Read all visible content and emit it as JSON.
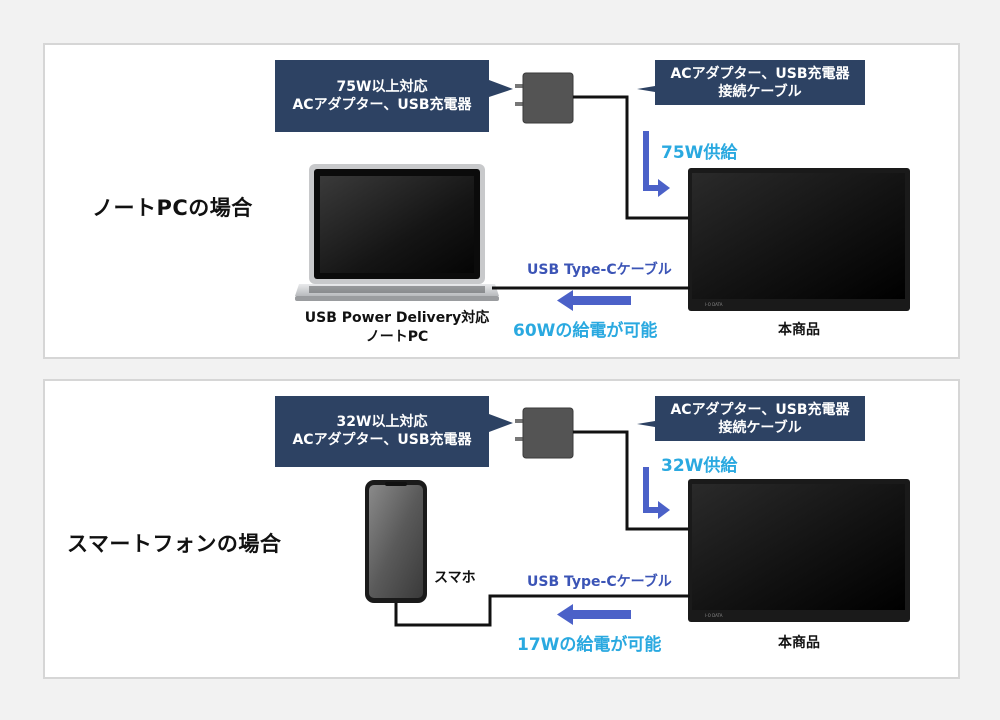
{
  "colors": {
    "background": "#f2f2f2",
    "panel": "#ffffff",
    "panel_border": "#d6d6d6",
    "bubble": "#2d4263",
    "supply_text": "#2aa9e0",
    "cable_text": "#3b54b6",
    "arrow": "#4b61c8",
    "line": "#111111"
  },
  "laptop_section": {
    "heading": "ノートPCの場合",
    "adapter_bubble": [
      "75W以上対応",
      "ACアダプター、USB充電器"
    ],
    "charger_cable_bubble": [
      "ACアダプター、USB充電器",
      "接続ケーブル"
    ],
    "supply_label": "75W供給",
    "cable_label": "USB Type-Cケーブル",
    "output_label": "60Wの給電が可能",
    "device_label": [
      "USB Power Delivery対応",
      "ノートPC"
    ],
    "product_label": "本商品",
    "brand_mark": "I-O DATA"
  },
  "phone_section": {
    "heading": "スマートフォンの場合",
    "adapter_bubble": [
      "32W以上対応",
      "ACアダプター、USB充電器"
    ],
    "charger_cable_bubble": [
      "ACアダプター、USB充電器",
      "接続ケーブル"
    ],
    "supply_label": "32W供給",
    "cable_label": "USB Type-Cケーブル",
    "output_label": "17Wの給電が可能",
    "device_label": "スマホ",
    "product_label": "本商品",
    "brand_mark": "I-O DATA"
  }
}
